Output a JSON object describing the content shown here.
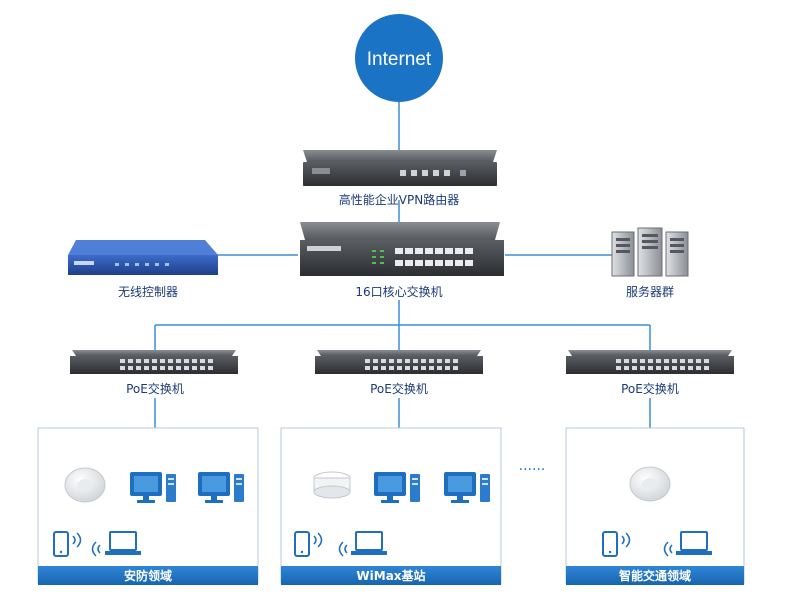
{
  "diagram": {
    "internet_label": "Internet",
    "router_label": "高性能企业VPN路由器",
    "core_switch_label": "16口核心交换机",
    "wireless_controller_label": "无线控制器",
    "server_cluster_label": "服务器群",
    "poe_switch_labels": [
      "PoE交换机",
      "PoE交换机",
      "PoE交换机"
    ],
    "areas": [
      {
        "label": "安防领域"
      },
      {
        "label": "WiMax基站"
      },
      {
        "label": "智能交通领域"
      }
    ],
    "ellipsis": "......",
    "colors": {
      "line": "#3a8fd8",
      "accent": "#1e78c8",
      "label_text": "#1a3a78"
    }
  }
}
